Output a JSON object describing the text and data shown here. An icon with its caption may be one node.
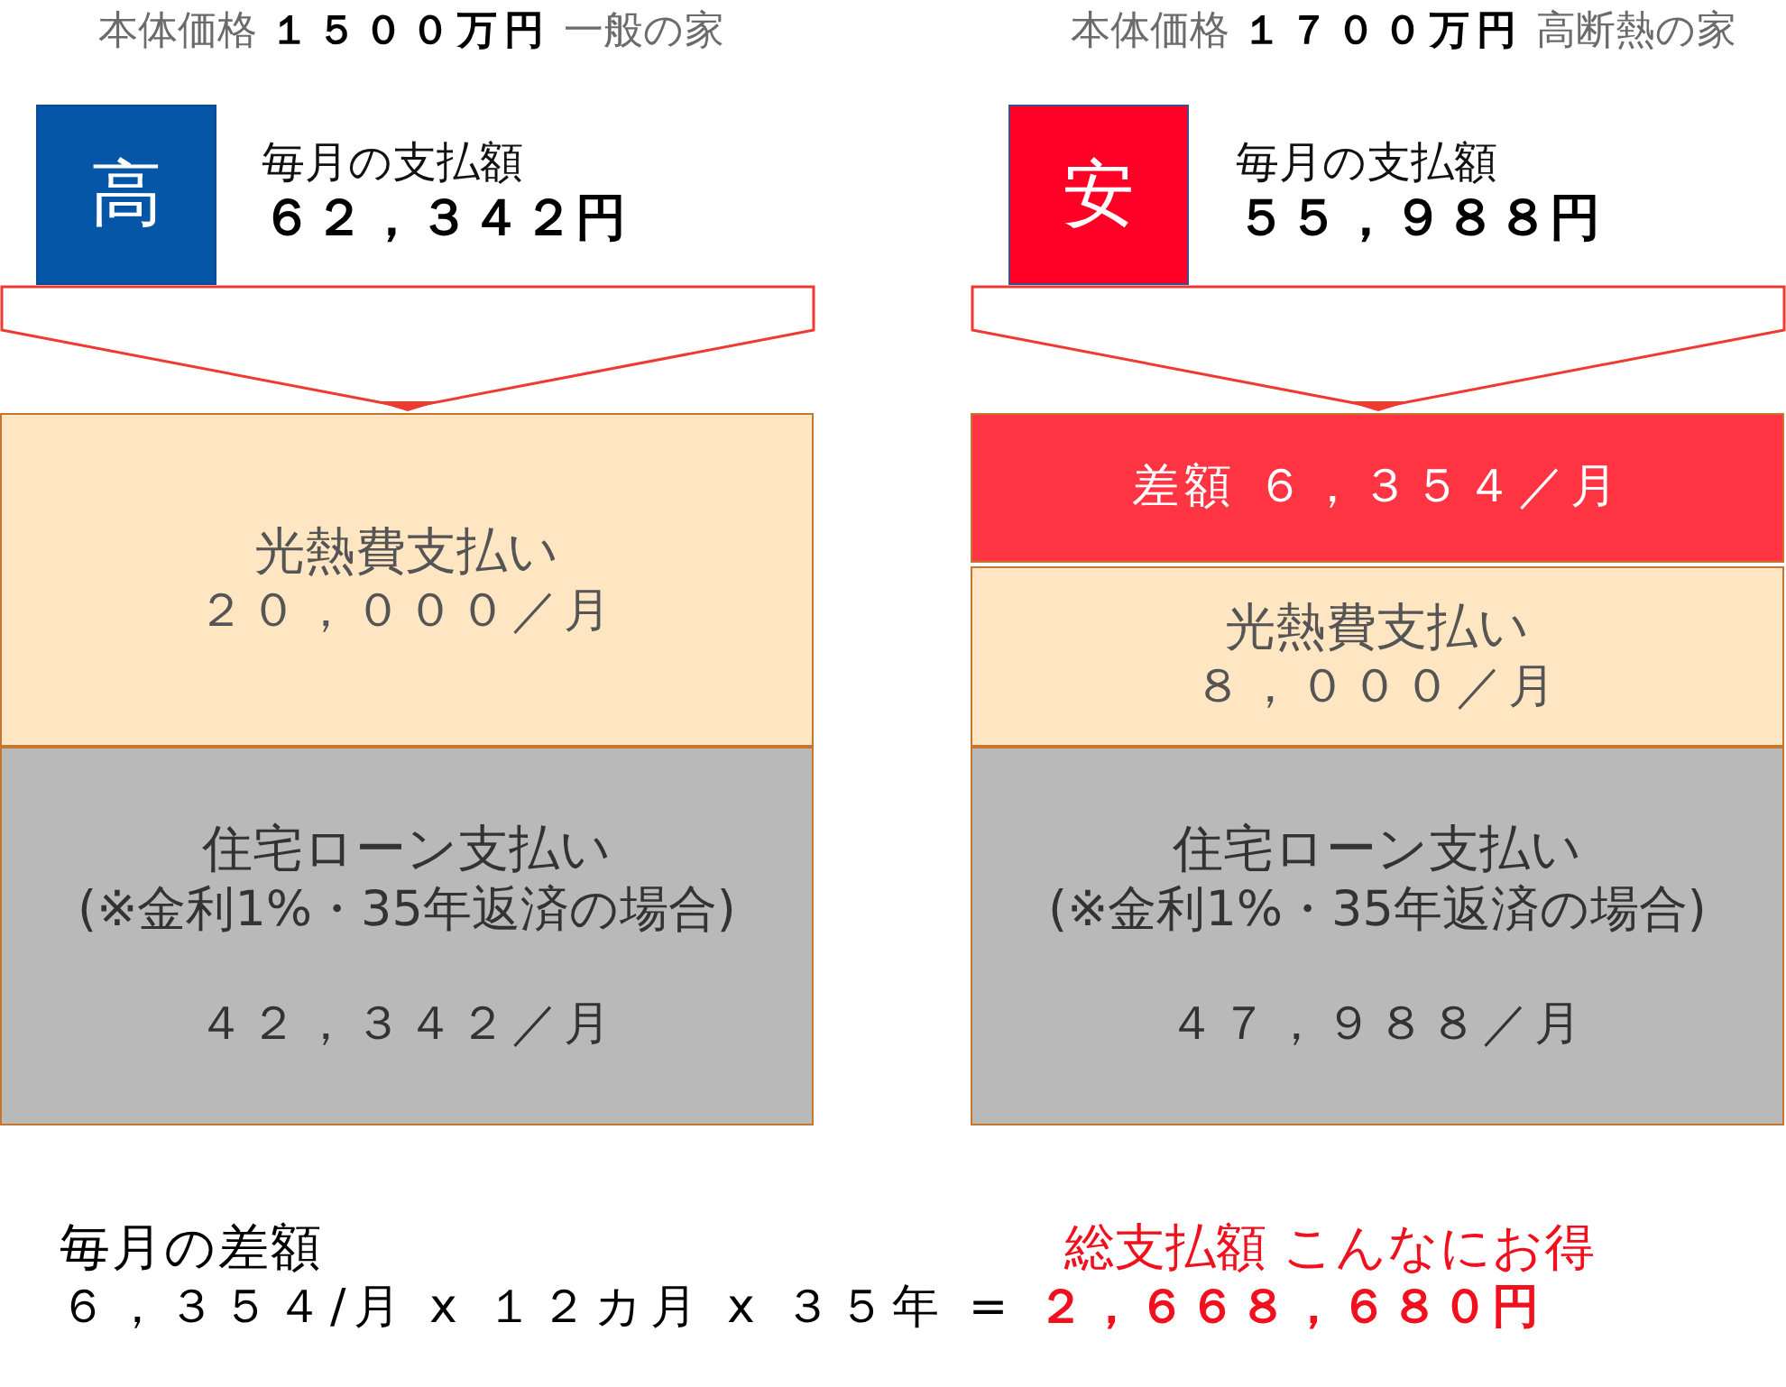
{
  "diagram": {
    "nodes": [
      {
        "text": [
          "高"
        ],
        "beside": [
          "毎月の支払額",
          "６２，３４２円"
        ]
      },
      {
        "text": [
          "光熱費支払い",
          "２０，０００／月"
        ]
      },
      {
        "text": [
          "住宅ローン支払い",
          "(※金利1%・35年返済の場合)",
          "４２，３４２／月"
        ]
      },
      {
        "text": [
          "安"
        ],
        "beside": [
          "毎月の支払額",
          "５５，９８８円"
        ]
      },
      {
        "text": [
          "差額 ６，３５４／月"
        ]
      },
      {
        "text": [
          "光熱費支払い",
          "８，０００／月"
        ]
      },
      {
        "text": [
          "住宅ローン支払い",
          "(※金利1%・35年返済の場合)",
          "４７，９８８／月"
        ]
      }
    ],
    "edges": [
      {
        "from": 0,
        "to": 1,
        "arrow": "to"
      },
      {
        "from": 3,
        "to": 4,
        "arrow": "to"
      }
    ],
    "labels": [
      "本体価格 **１５００万円** 一般の家",
      "本体価格 **１７００万円** 高断熱の家",
      "毎月の差額",
      "総支払額 こんなにお得",
      "６，３５４/月 x １２カ月 x ３５年 = **２，６６８，６８０円**"
    ]
  }
}
